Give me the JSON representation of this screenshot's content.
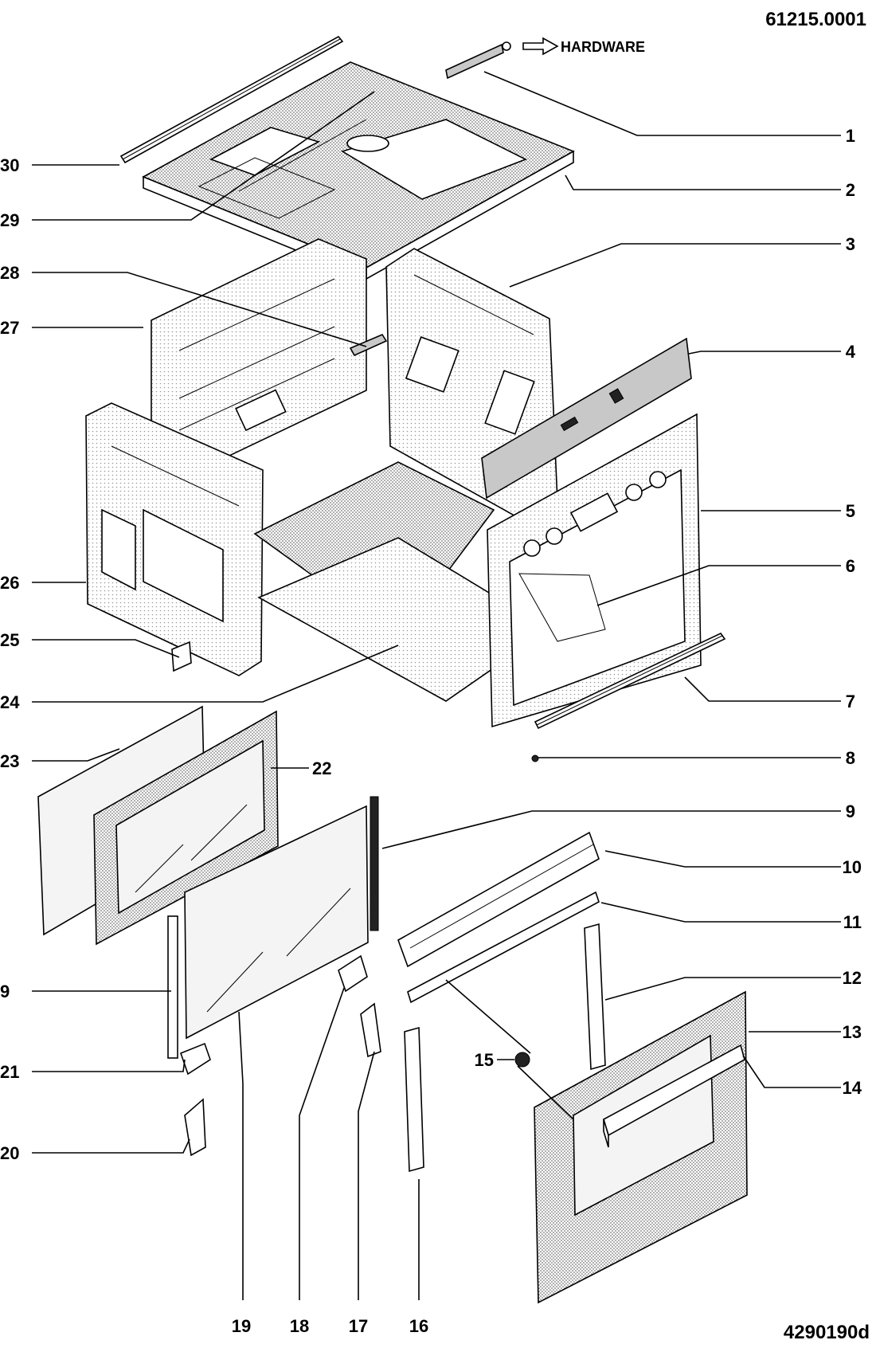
{
  "header": {
    "code_top": "61215.0001",
    "code_bottom": "4290190d",
    "hardware_label": "HARDWARE"
  },
  "callouts": {
    "c1": "1",
    "c2": "2",
    "c3": "3",
    "c4": "4",
    "c5": "5",
    "c6": "6",
    "c7": "7",
    "c8": "8",
    "c9a": "9",
    "c9b": "9",
    "c10": "10",
    "c11": "11",
    "c12": "12",
    "c13": "13",
    "c14": "14",
    "c15": "15",
    "c16": "16",
    "c17": "17",
    "c18": "18",
    "c19": "19",
    "c20": "20",
    "c21": "21",
    "c22": "22",
    "c23": "23",
    "c24": "24",
    "c25": "25",
    "c26": "26",
    "c27": "27",
    "c28": "28",
    "c29": "29",
    "c30": "30"
  }
}
